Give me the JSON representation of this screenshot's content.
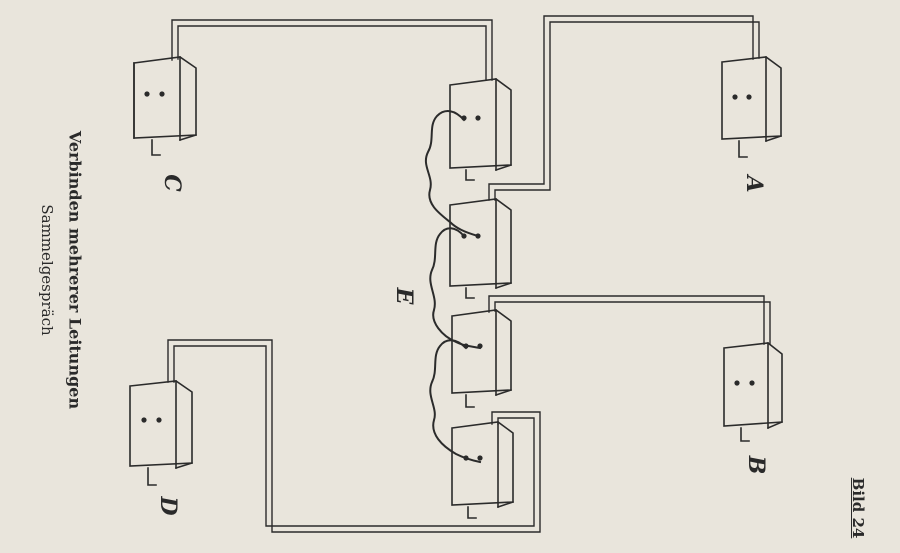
{
  "caption": {
    "line1": "Verbinden mehrerer Leitungen",
    "line2": "Sammelgespräch"
  },
  "figure_label": "Bild 24",
  "nodes": {
    "A": "A",
    "B": "B",
    "C": "C",
    "D": "D",
    "E": "E"
  },
  "colors": {
    "paper": "#e9e5dc",
    "ink": "#2b2b2b"
  }
}
